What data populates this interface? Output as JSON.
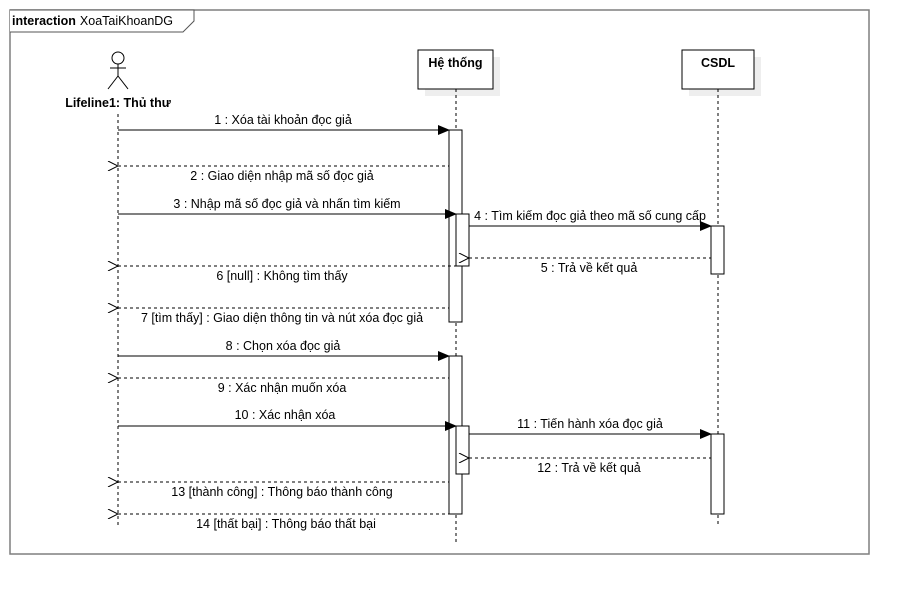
{
  "frame": {
    "keyword": "interaction",
    "name": "XoaTaiKhoanDG"
  },
  "actor": {
    "label": "Lifeline1: Thủ thư"
  },
  "lifelines": {
    "system": "Hệ thống",
    "db": "CSDL"
  },
  "messages": [
    {
      "label": "1 : Xóa tài khoản đọc giả"
    },
    {
      "label": "2 : Giao diện nhập mã số đọc giả"
    },
    {
      "label": "3 : Nhập mã số đọc giả và nhấn tìm kiếm"
    },
    {
      "label": "4 : Tìm kiếm đọc giả theo mã số cung cấp"
    },
    {
      "label": "5 : Trả về kết quả"
    },
    {
      "label": "6 [null] : Không tìm thấy"
    },
    {
      "label": "7 [tìm thấy] : Giao diện thông tin và nút xóa đọc giả"
    },
    {
      "label": "8 : Chọn xóa đọc giả"
    },
    {
      "label": "9 : Xác nhận muốn xóa"
    },
    {
      "label": "10 : Xác nhận xóa"
    },
    {
      "label": "11 : Tiến hành xóa đọc giả"
    },
    {
      "label": "12 : Trả về kết quả"
    },
    {
      "label": "13 [thành công] : Thông báo thành công"
    },
    {
      "label": "14 [thất bại] : Thông báo thất bại"
    }
  ]
}
